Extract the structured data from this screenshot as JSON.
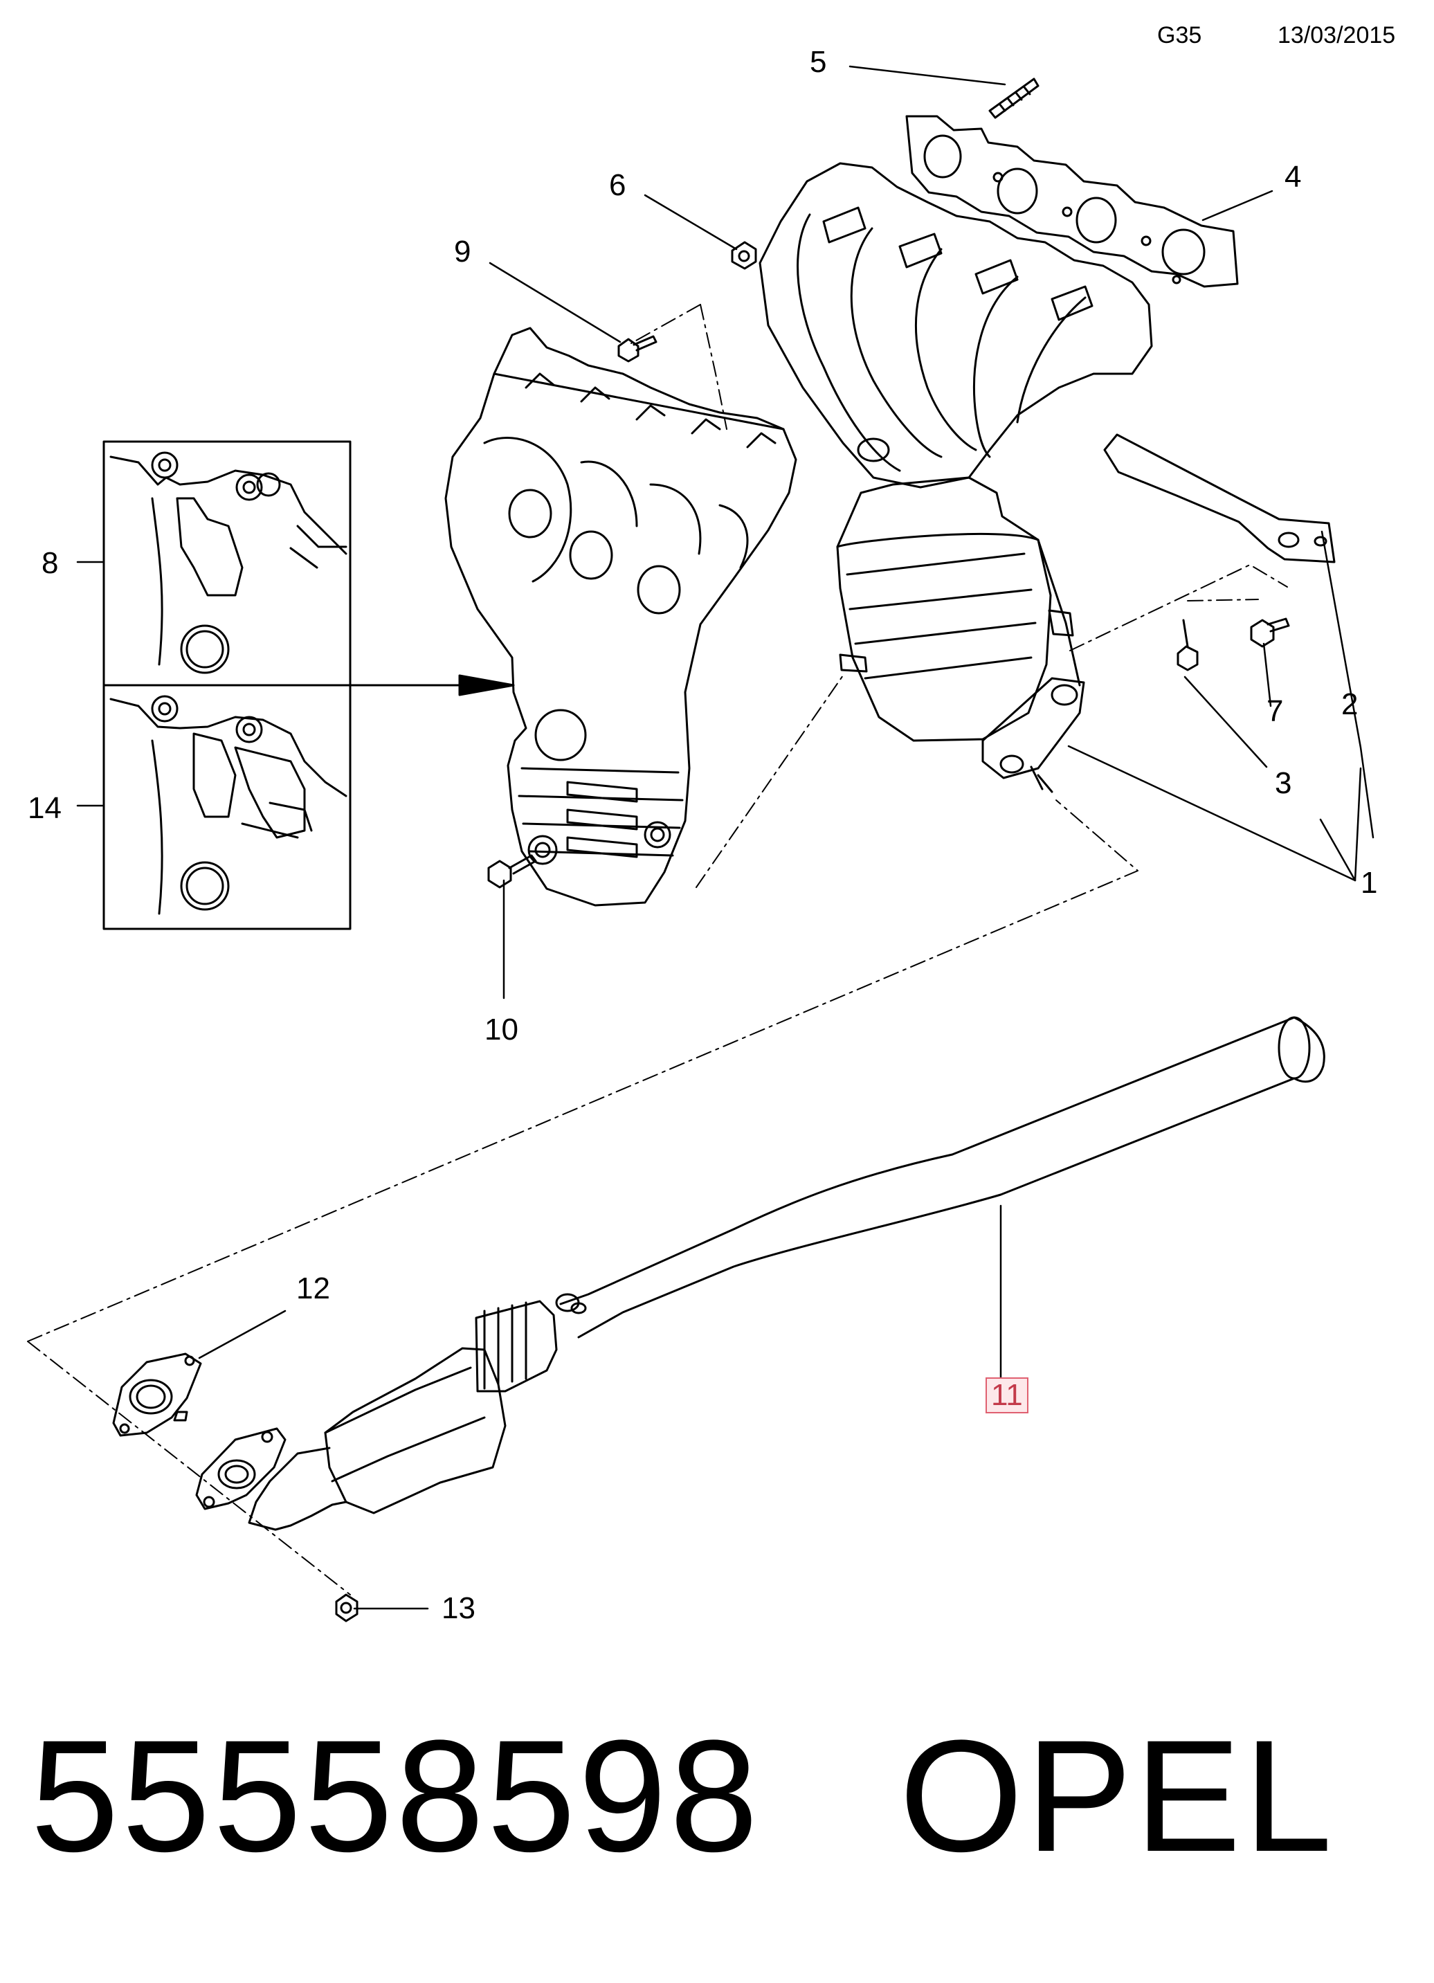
{
  "header": {
    "code": "G35",
    "date": "13/03/2015"
  },
  "callouts": [
    "1",
    "2",
    "3",
    "4",
    "5",
    "6",
    "7",
    "8",
    "9",
    "10",
    "11",
    "12",
    "13",
    "14"
  ],
  "highlighted_callout": "11",
  "footer": {
    "part_number": "55558598",
    "brand": "OPEL"
  },
  "colors": {
    "line": "#000000",
    "highlight_fill": "#fde8ea",
    "highlight_border": "#e06070"
  }
}
